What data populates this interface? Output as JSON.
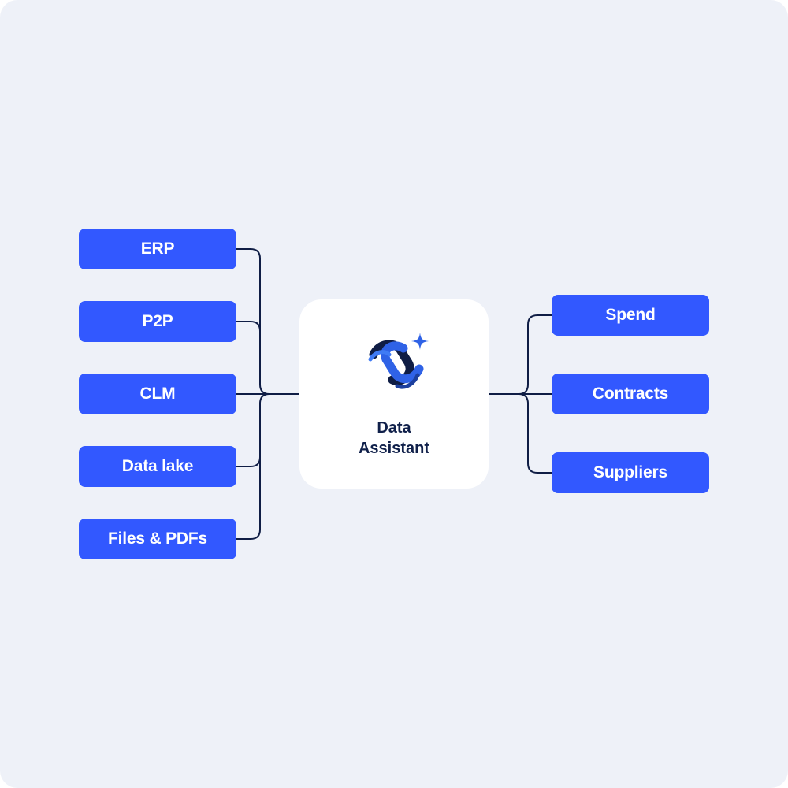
{
  "colors": {
    "background": "#eef1f8",
    "pill_fill": "#3258ff",
    "pill_text": "#ffffff",
    "connector": "#0f1d45",
    "hub_fill": "#ffffff",
    "hub_text": "#10204a",
    "logo_dark": "#0f1d45",
    "logo_blue": "#2f62e6"
  },
  "sources": [
    {
      "label": "ERP"
    },
    {
      "label": "P2P"
    },
    {
      "label": "CLM"
    },
    {
      "label": "Data lake"
    },
    {
      "label": "Files & PDFs"
    }
  ],
  "hub": {
    "title_line1": "Data",
    "title_line2": "Assistant",
    "icon": "data-assistant-logo-icon"
  },
  "outputs": [
    {
      "label": "Spend"
    },
    {
      "label": "Contracts"
    },
    {
      "label": "Suppliers"
    }
  ]
}
